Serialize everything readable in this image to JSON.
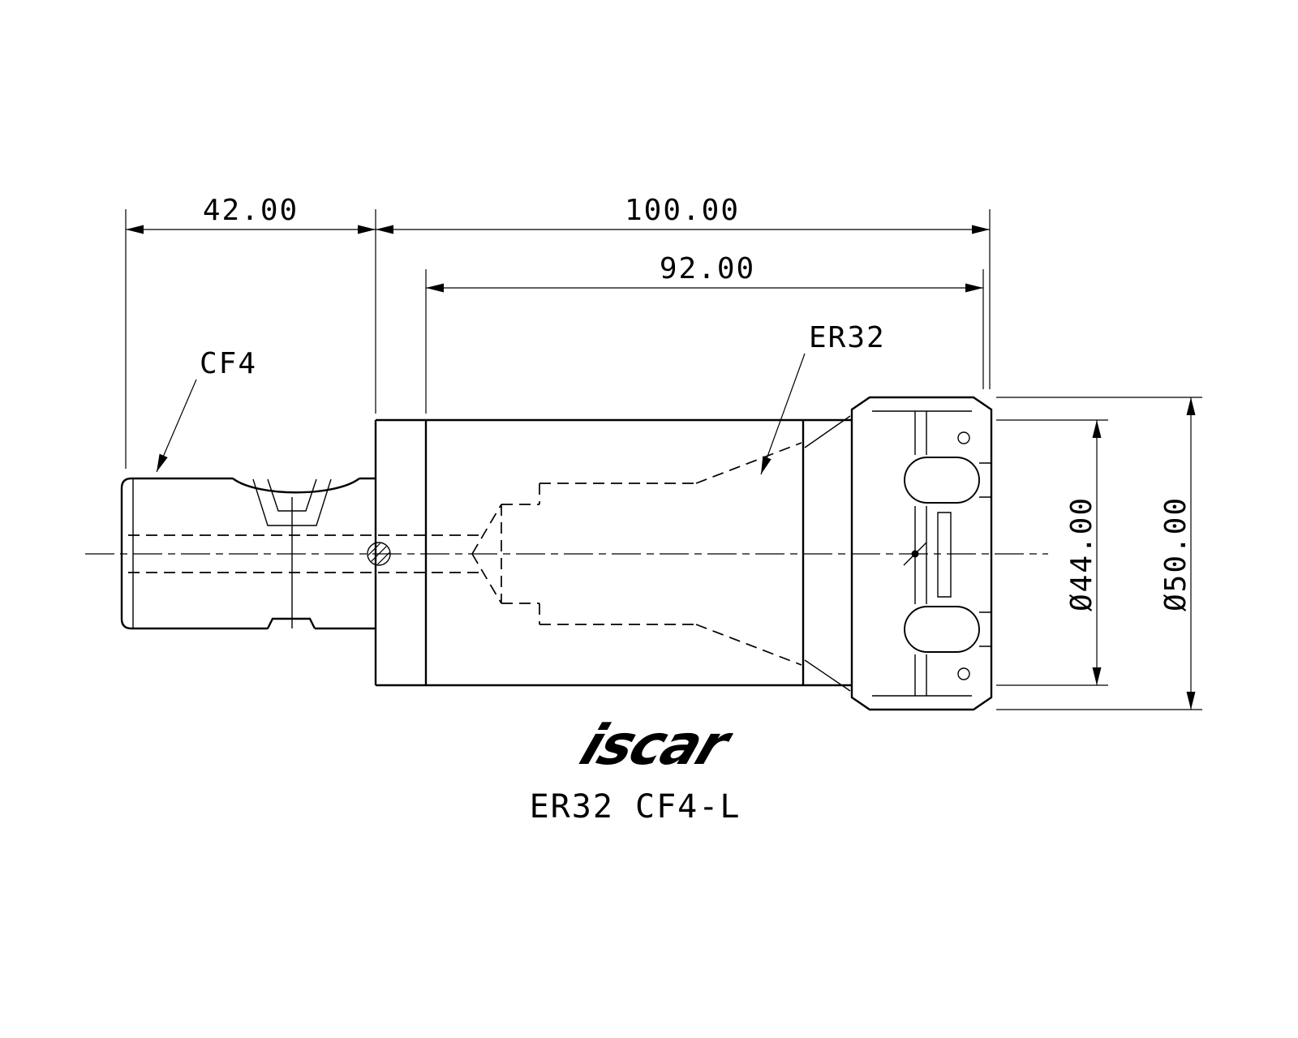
{
  "title_block": {
    "model": "ER32 CF4-L",
    "brand": "iscar"
  },
  "dimensions": {
    "length_shank": "42.00",
    "length_overall": "100.00",
    "length_body": "92.00",
    "dia_body": "Ø44.00",
    "dia_nut": "Ø50.00"
  },
  "labels": {
    "shank_type": "CF4",
    "collet_type": "ER32"
  },
  "colors": {
    "line": "#000000",
    "background": "#ffffff"
  }
}
